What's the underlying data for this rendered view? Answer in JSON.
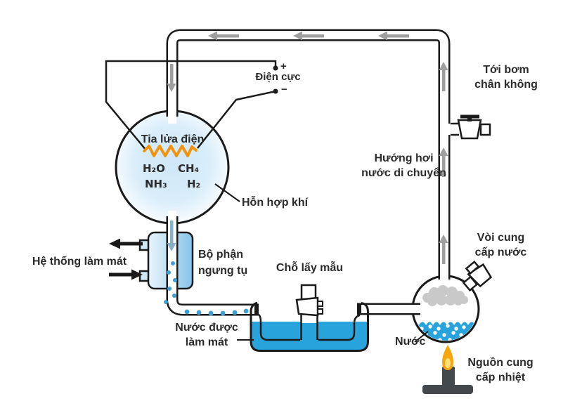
{
  "diagram": {
    "title_hint": "Miller-Urey experiment apparatus (Vietnamese labels)",
    "labels": {
      "dien_cuc": "Điện cực",
      "plus": "+",
      "minus": "−",
      "tia_lua_dien": "Tia lửa điện",
      "hon_hop_khi": "Hỗn hợp khí",
      "toi_bom_chan_khong": "Tới bơm\nchân không",
      "huong_hoi_nuoc": "Hướng hơi\nnước di chuyển",
      "he_thong_lam_mat": "Hệ thống làm mát",
      "bo_phan_ngung_tu": "Bộ phận\nngưng tụ",
      "cho_lay_mau": "Chỗ lấy mẫu",
      "nuoc_duoc_lam_mat": "Nước được\nlàm mát",
      "nuoc": "Nước",
      "voi_cung_cap_nuoc": "Vòi cung\ncấp nước",
      "nguon_cung_cap_nhiet": "Nguồn cung\ncấp nhiệt"
    },
    "gases": {
      "h2o": "H₂O",
      "ch4": "CH₄",
      "nh3": "NH₃",
      "h2": "H₂"
    },
    "colors": {
      "water": "#29a3dc",
      "droplet": "#3e9fd4",
      "spark": "#f0930f",
      "flame_outer": "#f7a60d",
      "flame_inner": "#ffe17a",
      "burner": "#43484d",
      "arrow_gray": "#9f9f9f",
      "arrow_blue": "#8aafc8",
      "condenser_light": "#eaf4fc",
      "condenser_dark": "#85c4ea",
      "stub_blue": "#cde7f6",
      "flask_blue": "#cfe7f8",
      "cloud_gray": "#c9c9c9",
      "line_black": "#1a1a1a"
    }
  }
}
